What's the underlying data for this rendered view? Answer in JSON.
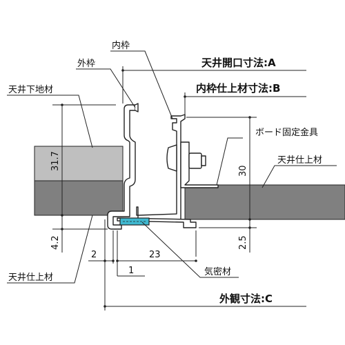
{
  "labels": {
    "ceiling_opening": "天井開口寸法:A",
    "inner_frame_finish": "内枠仕上材寸法:B",
    "inner_frame": "内枠",
    "outer_frame": "外枠",
    "ceiling_base": "天井下地材",
    "board_bracket": "ボード固定金具",
    "ceiling_finish_right": "天井仕上材",
    "ceiling_finish_left": "天井仕上材",
    "airtight": "気密材",
    "exterior": "外観寸法:C"
  },
  "dimensions": {
    "d31_7": "31.7",
    "d30": "30",
    "d4_2": "4.2",
    "d2_5": "2.5",
    "d2": "2",
    "d23": "23",
    "d1": "1"
  },
  "colors": {
    "board_light": "#bfbfbf",
    "board_dark": "#7f7f7f",
    "airtight": "#3fb8d0",
    "frame": "#ffffff",
    "line": "#222222"
  }
}
